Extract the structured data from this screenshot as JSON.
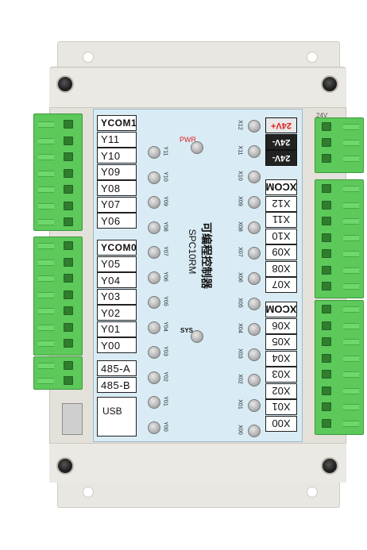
{
  "left_labels_1": [
    "YCOM1",
    "Y11",
    "Y10",
    "Y09",
    "Y08",
    "Y07",
    "Y06"
  ],
  "left_labels_2": [
    "YCOM0",
    "Y05",
    "Y04",
    "Y03",
    "Y02",
    "Y01",
    "Y00"
  ],
  "rs485_labels": [
    "485-A",
    "485-B"
  ],
  "usb_label": "USB",
  "pwr_label": "PWR",
  "sys_label": "SYS",
  "title_cn": "可编程控制器",
  "model": "SPC10RM",
  "y_led_labels": [
    "Y11",
    "Y10",
    "Y09",
    "Y08",
    "Y07",
    "Y06",
    "Y05",
    "Y04",
    "Y03",
    "Y02",
    "Y01",
    "Y00"
  ],
  "x_led_labels": [
    "X12",
    "X11",
    "X10",
    "X09",
    "X08",
    "X07",
    "X06",
    "X05",
    "X04",
    "X03",
    "X02",
    "X01",
    "X00"
  ],
  "power_labels": [
    "24V+",
    "24V-",
    "24V-"
  ],
  "right_labels_1": [
    "XCOM",
    "X12",
    "X11",
    "X10",
    "X09",
    "X08",
    "X07"
  ],
  "right_labels_2": [
    "XCOM",
    "X06",
    "X05",
    "X04",
    "X03",
    "X02",
    "X01",
    "X00"
  ],
  "terminal_print": "24V"
}
